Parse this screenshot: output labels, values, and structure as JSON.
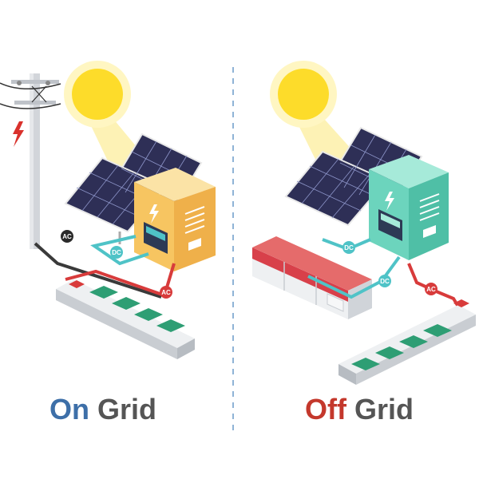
{
  "colors": {
    "on_blue": "#3d6fa8",
    "off_red": "#c4382c",
    "grid_gray": "#555555",
    "ac_wire": "#d83b3b",
    "dc_wire": "#4fc3c7",
    "divider": "#8fb3d6"
  },
  "left": {
    "title_word1": "On",
    "title_word2": "Grid",
    "ac_label_pole": "AC",
    "dc_label": "DC",
    "ac_label_strip": "AC"
  },
  "right": {
    "title_word1": "Off",
    "title_word2": "Grid",
    "dc_label_top": "DC",
    "dc_label_bottom": "DC",
    "ac_label": "AC"
  },
  "icons": {
    "sun": "sun-icon",
    "pole": "utility-pole-icon",
    "lightning": "lightning-icon",
    "panel": "solar-panel-icon",
    "inverter": "inverter-icon",
    "battery": "battery-icon",
    "strip": "power-strip-icon"
  }
}
